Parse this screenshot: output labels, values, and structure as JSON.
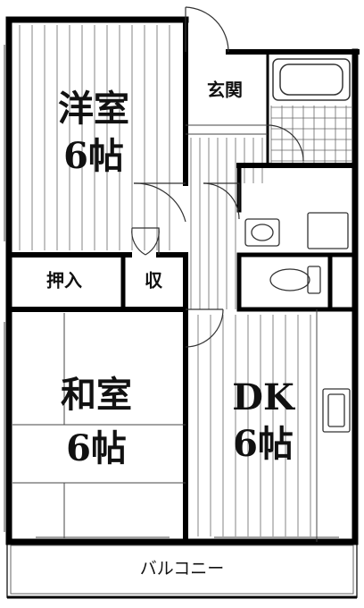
{
  "rooms": {
    "western": {
      "name": "洋室",
      "size": "6帖"
    },
    "japanese": {
      "name": "和室",
      "size": "6帖"
    },
    "dk": {
      "name": "DK",
      "size": "6帖"
    },
    "entrance": {
      "name": "玄関"
    },
    "closet": {
      "name": "押入"
    },
    "storage": {
      "name": "収"
    },
    "balcony": {
      "name": "バルコニー"
    }
  },
  "colors": {
    "wall": "#000000",
    "line": "#555555",
    "background": "#ffffff"
  }
}
